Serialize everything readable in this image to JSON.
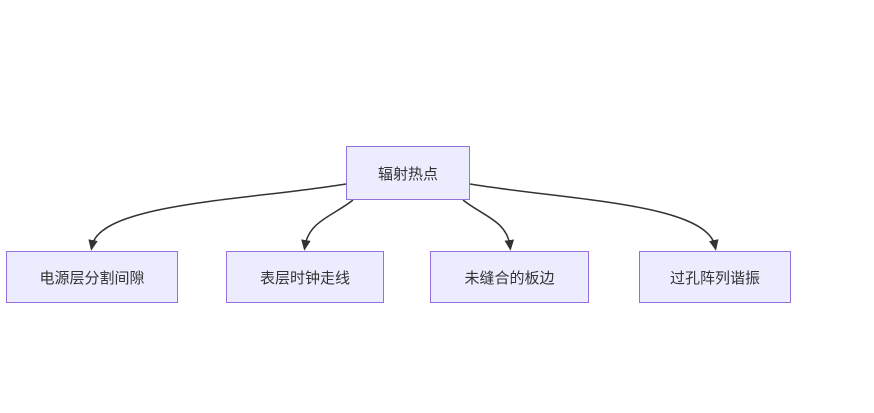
{
  "diagram": {
    "type": "flowchart",
    "root": {
      "label": "辐射热点"
    },
    "children": [
      {
        "label": "电源层分割间隙"
      },
      {
        "label": "表层时钟走线"
      },
      {
        "label": "未缝合的板边"
      },
      {
        "label": "过孔阵列谐振"
      }
    ],
    "edges": [
      {
        "from": "辐射热点",
        "to": "电源层分割间隙"
      },
      {
        "from": "辐射热点",
        "to": "表层时钟走线"
      },
      {
        "from": "辐射热点",
        "to": "未缝合的板边"
      },
      {
        "from": "辐射热点",
        "to": "过孔阵列谐振"
      }
    ],
    "colors": {
      "node_fill": "#ECECFF",
      "node_border": "#9370DB",
      "text": "#333333",
      "edge": "#333333",
      "background": "#FFFFFF"
    }
  }
}
